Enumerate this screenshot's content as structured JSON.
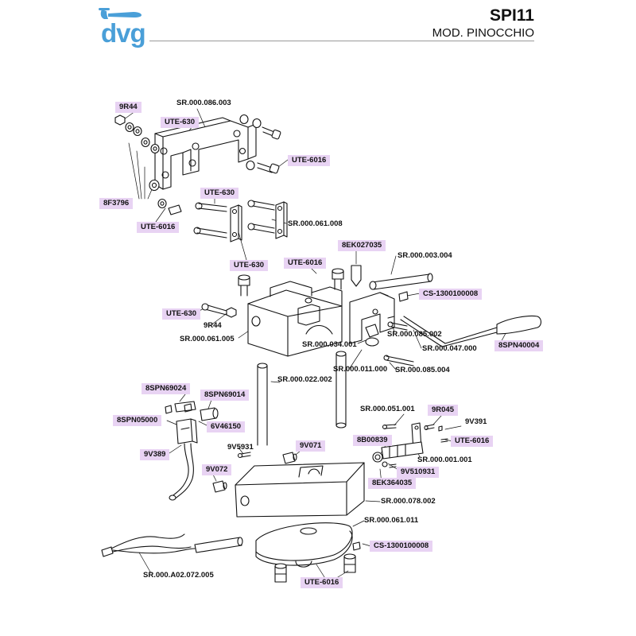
{
  "header": {
    "brand": "dvg",
    "code": "SPI11",
    "subtitle": "MOD. PINOCCHIO"
  },
  "colors": {
    "brand_blue": "#4a9fd8",
    "tag_background": "#e8d3f3",
    "line": "#111111"
  },
  "labels": {
    "sr_000_086_003": "SR.000.086.003",
    "9r44_top": "9R44",
    "ute_630_a": "UTE-630",
    "ute_6016_a": "UTE-6016",
    "8f3796": "8F3796",
    "ute_630_b": "UTE-630",
    "sr_000_061_008": "SR.000.061.008",
    "ute_6016_b": "UTE-6016",
    "ute_630_c": "UTE-630",
    "8ek027035": "8EK027035",
    "sr_000_003_004": "SR.000.003.004",
    "ute_6016_c": "UTE-6016",
    "cs_1300100008_a": "CS-1300100008",
    "ute_630_d": "UTE-630",
    "9r44_mid": "9R44",
    "sr_000_061_005": "SR.000.061.005",
    "sr_000_034_001": "SR.000.034.001",
    "sr_000_085_002": "SR.000.085.002",
    "sr_000_047_000": "SR.000.047.000",
    "8spn40004": "8SPN40004",
    "sr_000_011_000": "SR.000.011.000",
    "sr_000_085_004": "SR.000.085.004",
    "sr_000_022_002": "SR.000.022.002",
    "8spn69024": "8SPN69024",
    "8spn69014": "8SPN69014",
    "sr_000_051_001": "SR.000.051.001",
    "9r045": "9R045",
    "9v391": "9V391",
    "8spn05000": "8SPN05000",
    "6v46150": "6V46150",
    "ute_6016_d": "UTE-6016",
    "8b00839": "8B00839",
    "9v5931": "9V5931",
    "9v071": "9V071",
    "sr_000_001_001": "SR.000.001.001",
    "9v389": "9V389",
    "9v510931": "9V510931",
    "9v072": "9V072",
    "8ek364035": "8EK364035",
    "sr_000_078_002": "SR.000.078.002",
    "sr_000_061_011": "SR.000.061.011",
    "cs_1300100008_b": "CS-1300100008",
    "sr_000_a02_072_005": "SR.000.A02.072.005",
    "ute_6016_e": "UTE-6016"
  }
}
